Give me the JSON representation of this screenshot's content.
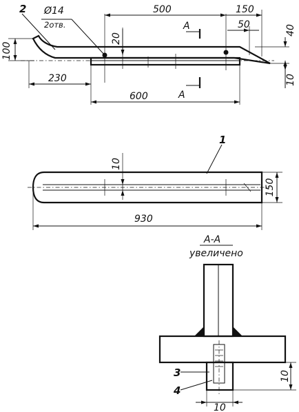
{
  "top_view": {
    "hole_dia": "Ø14",
    "hole_count": "2отв.",
    "d500": "500",
    "d150": "150",
    "d50": "50",
    "d40": "40",
    "d20": "20",
    "d100": "100",
    "d230": "230",
    "d600": "600",
    "d10": "10",
    "section_a_top": "A",
    "section_a_bottom": "A",
    "callout_2": "2"
  },
  "plan_view": {
    "d10": "10",
    "d150": "150",
    "d930": "930",
    "callout_1": "1"
  },
  "section_view": {
    "title": "A-A",
    "subtitle": "увеличено",
    "callout_3": "3",
    "callout_4": "4",
    "d10_vertical": "10",
    "d10_horizontal": "10"
  }
}
